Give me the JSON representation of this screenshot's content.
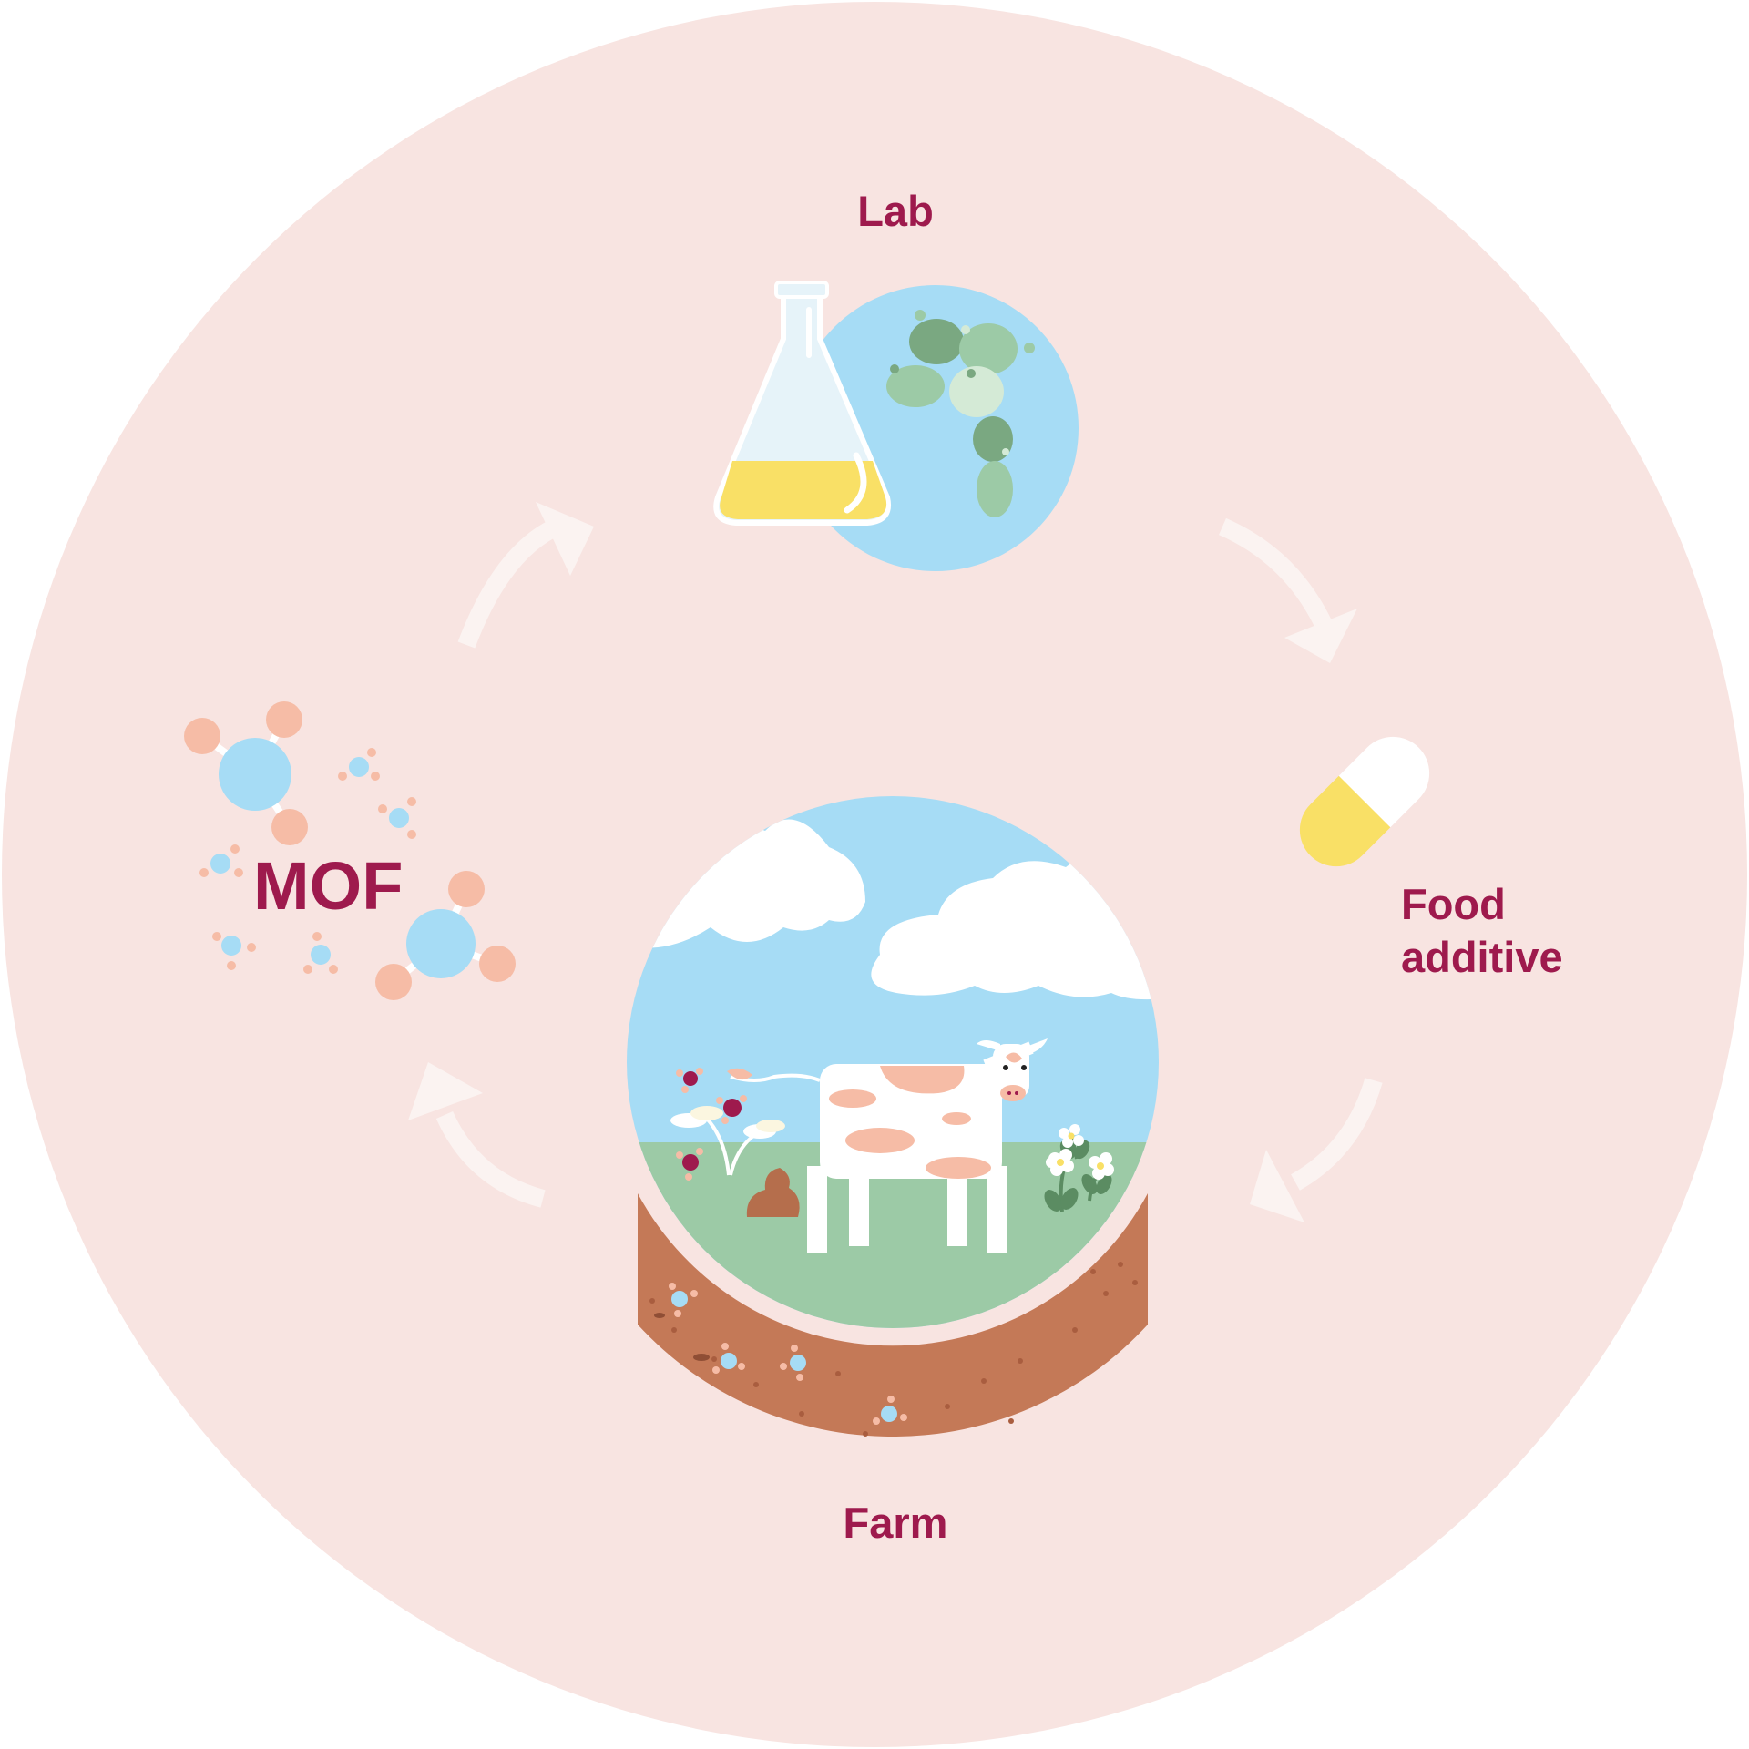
{
  "labels": {
    "lab": "Lab",
    "food_line1": "Food",
    "food_line2": "additive",
    "farm": "Farm",
    "mof": "MOF"
  },
  "colors": {
    "background_circle": "#f8e4e1",
    "label_text": "#9e1a4d",
    "sky": "#a6dcf5",
    "grass": "#9ccaa6",
    "soil": "#c47957",
    "molecule_blue": "#a6dcf5",
    "molecule_peach": "#f6bca6",
    "liquid_yellow": "#f9e066",
    "cycle_arrow": "#fbf3f1"
  },
  "icons": {
    "lab": "flask-icon",
    "microbes": "microbe-cells-icon",
    "food_additive": "capsule-icon",
    "farm": "cow-farm-icon",
    "mof": "molecule-icon"
  }
}
